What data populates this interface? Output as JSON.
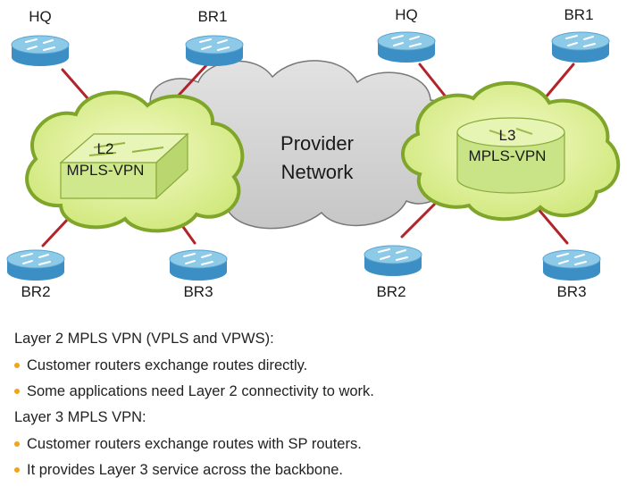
{
  "colors": {
    "bullet": "#f0a418",
    "link": "#b3242a",
    "router_top": "#8ccae8",
    "router_side": "#3b8fc4",
    "provider_cloud": "#d4d4d4",
    "customer_cloud": "#d9ef87",
    "customer_cloud_edge": "#7fa62a"
  },
  "diagram": {
    "provider_label_line1": "Provider",
    "provider_label_line2": "Network",
    "l2_label_line1": "L2",
    "l2_label_line2": "MPLS-VPN",
    "l3_label_line1": "L3",
    "l3_label_line2": "MPLS-VPN",
    "left_routers": {
      "hq": "HQ",
      "br1": "BR1",
      "br2": "BR2",
      "br3": "BR3"
    },
    "right_routers": {
      "hq": "HQ",
      "br1": "BR1",
      "br2": "BR2",
      "br3": "BR3"
    }
  },
  "notes": {
    "l2_title": "Layer 2 MPLS VPN (VPLS and VPWS):",
    "l2_points": [
      "Customer routers exchange routes directly.",
      "Some applications need Layer 2 connectivity to work."
    ],
    "l3_title": "Layer 3 MPLS VPN:",
    "l3_points": [
      "Customer routers exchange routes with SP routers.",
      "It provides Layer 3 service across the backbone."
    ]
  }
}
